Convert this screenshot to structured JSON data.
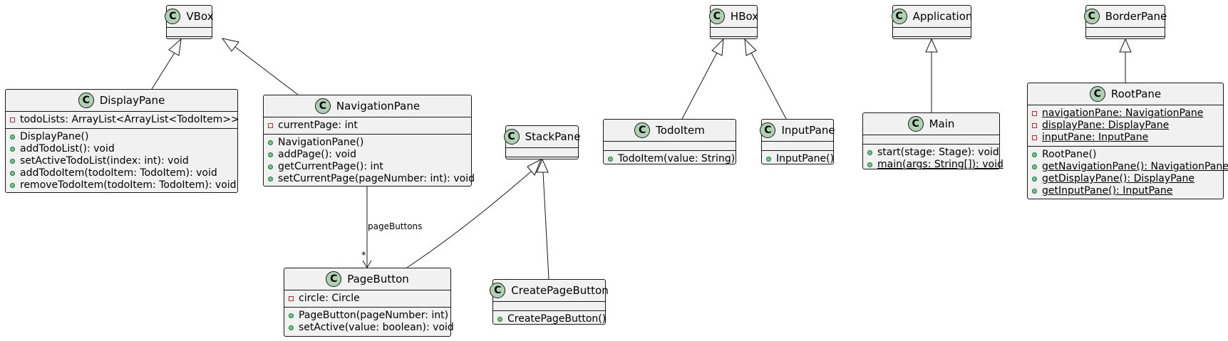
{
  "classes": {
    "vbox": {
      "name": "VBox",
      "badge": "C"
    },
    "hbox": {
      "name": "HBox",
      "badge": "C"
    },
    "application": {
      "name": "Application",
      "badge": "C"
    },
    "borderpane": {
      "name": "BorderPane",
      "badge": "C"
    },
    "stackpane": {
      "name": "StackPane",
      "badge": "C"
    },
    "displaypane": {
      "name": "DisplayPane",
      "badge": "C",
      "fields": [
        "todoLists: ArrayList<ArrayList<TodoItem>>"
      ],
      "methods": [
        "DisplayPane()",
        "addTodoList(): void",
        "setActiveTodoList(index: int): void",
        "addTodoItem(todoItem: TodoItem): void",
        "removeTodoItem(todoItem: TodoItem): void"
      ]
    },
    "navigationpane": {
      "name": "NavigationPane",
      "badge": "C",
      "fields": [
        "currentPage: int"
      ],
      "methods": [
        "NavigationPane()",
        "addPage(): void",
        "getCurrentPage(): int",
        "setCurrentPage(pageNumber: int): void"
      ]
    },
    "todoitem": {
      "name": "TodoItem",
      "badge": "C",
      "methods": [
        "TodoItem(value: String)"
      ]
    },
    "inputpane": {
      "name": "InputPane",
      "badge": "C",
      "methods": [
        "InputPane()"
      ]
    },
    "main": {
      "name": "Main",
      "badge": "C",
      "methods": [
        "start(stage: Stage): void",
        "main(args: String[]): void"
      ]
    },
    "rootpane": {
      "name": "RootPane",
      "badge": "C",
      "fields": [
        "navigationPane: NavigationPane",
        "displayPane: DisplayPane",
        "inputPane: InputPane"
      ],
      "methods": [
        "RootPane()",
        "getNavigationPane(): NavigationPane",
        "getDisplayPane(): DisplayPane",
        "getInputPane(): InputPane"
      ]
    },
    "pagebutton": {
      "name": "PageButton",
      "badge": "C",
      "fields": [
        "circle: Circle"
      ],
      "methods": [
        "PageButton(pageNumber: int)",
        "setActive(value: boolean): void"
      ]
    },
    "createpagebutton": {
      "name": "CreatePageButton",
      "badge": "C",
      "methods": [
        "CreatePageButton()"
      ]
    }
  },
  "association": {
    "label": "pageButtons",
    "multiplicity": "*"
  }
}
